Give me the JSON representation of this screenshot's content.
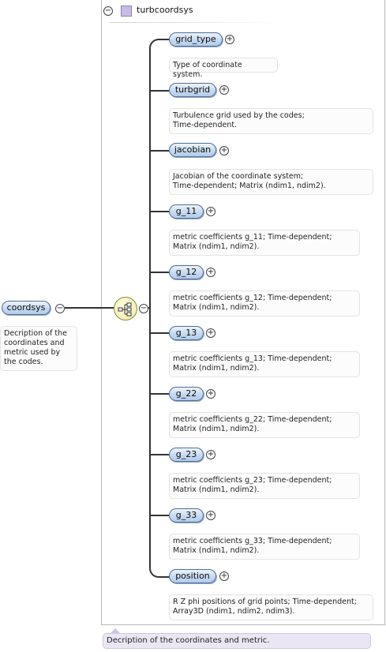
{
  "type": {
    "collapse_symbol": "−",
    "name": "turbcoordsys",
    "description": "Decription of the coordinates and metric."
  },
  "root": {
    "label": "coordsys",
    "collapse_symbol": "−",
    "description": "Decription of the\ncoordinates and\nmetric used by\nthe codes."
  },
  "sequence": {
    "collapse_symbol": "−"
  },
  "children": [
    {
      "label": "grid_type",
      "expand_symbol": "+",
      "description": "Type of coordinate system."
    },
    {
      "label": "turbgrid",
      "expand_symbol": "+",
      "description": "Turbulence grid used by the codes;\nTime-dependent."
    },
    {
      "label": "jacobian",
      "expand_symbol": "+",
      "description": "Jacobian of the coordinate system;\nTime-dependent; Matrix (ndim1, ndim2)."
    },
    {
      "label": "g_11",
      "expand_symbol": "+",
      "description": "metric coefficients g_11; Time-dependent;\nMatrix (ndim1, ndim2)."
    },
    {
      "label": "g_12",
      "expand_symbol": "+",
      "description": "metric coefficients g_12; Time-dependent;\nMatrix (ndim1, ndim2)."
    },
    {
      "label": "g_13",
      "expand_symbol": "+",
      "description": "metric coefficients g_13; Time-dependent;\nMatrix (ndim1, ndim2)."
    },
    {
      "label": "g_22",
      "expand_symbol": "+",
      "description": "metric coefficients g_22; Time-dependent;\nMatrix (ndim1, ndim2)."
    },
    {
      "label": "g_23",
      "expand_symbol": "+",
      "description": "metric coefficients g_23; Time-dependent;\nMatrix (ndim1, ndim2)."
    },
    {
      "label": "g_33",
      "expand_symbol": "+",
      "description": "metric coefficients g_33; Time-dependent;\nMatrix (ndim1, ndim2)."
    },
    {
      "label": "position",
      "expand_symbol": "+",
      "description": "R Z phi positions of grid points; Time-dependent;\nArray3D (ndim1, ndim2, ndim3)."
    }
  ]
}
